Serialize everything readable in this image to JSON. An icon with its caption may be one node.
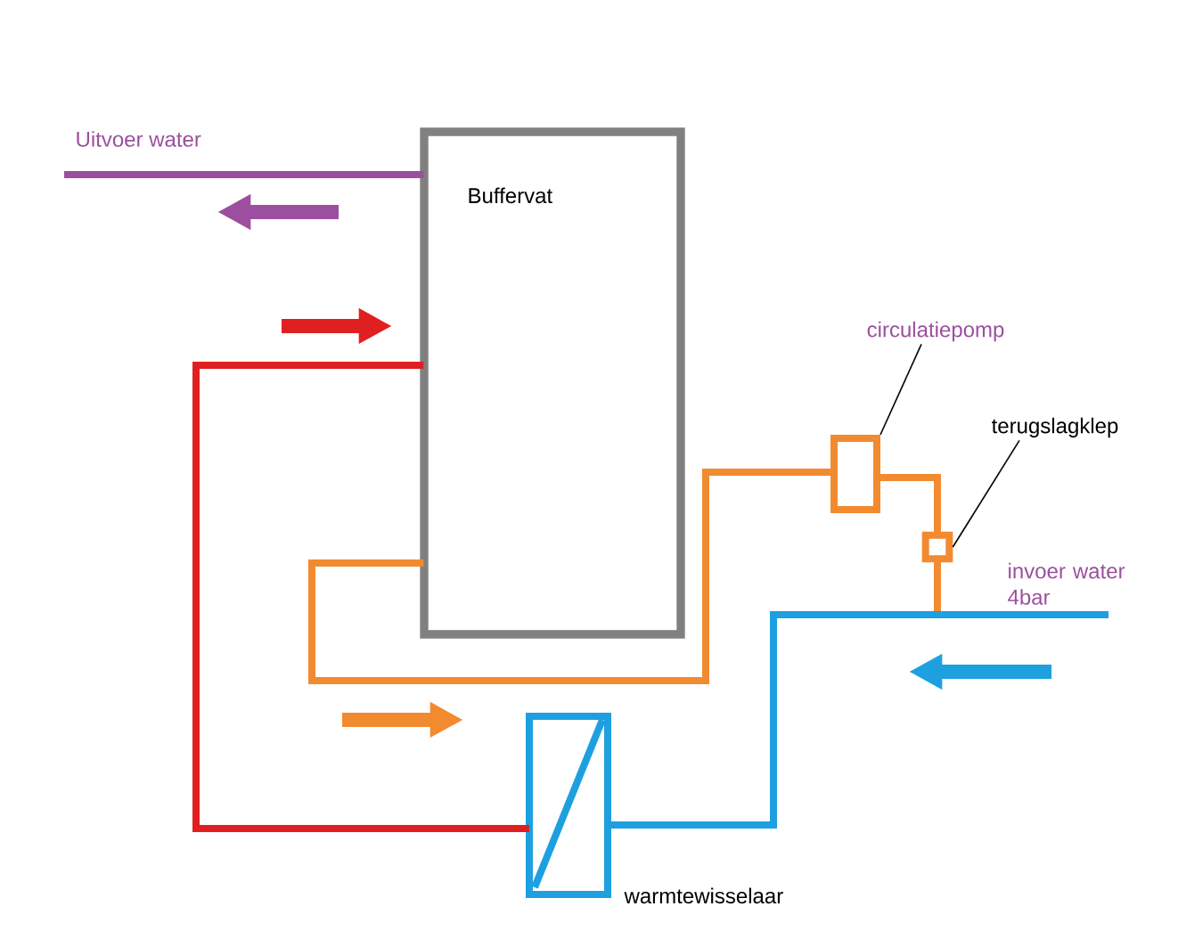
{
  "diagram": {
    "nodes": [
      {
        "text": [
          "Buffervat"
        ]
      },
      {
        "text": [
          "circulatiepomp"
        ]
      },
      {
        "text": [],
        "shape": "box"
      },
      {
        "text": [
          "terugslagklep"
        ]
      },
      {
        "text": [],
        "shape": "box"
      },
      {
        "text": [],
        "shape": "box",
        "beside": [
          "warmtewisselaar"
        ]
      },
      {
        "text": [
          "invoer water 4bar"
        ]
      }
    ],
    "edges": [
      {
        "from": 0,
        "to": null,
        "arrow": "none",
        "color": "#9b4f9e"
      },
      {
        "from": 5,
        "to": 0,
        "arrow": "none",
        "color": "#e02020"
      },
      {
        "from": 0,
        "to": 2,
        "arrow": "none",
        "color": "#f28a30"
      },
      {
        "from": 2,
        "to": 4,
        "arrow": "none",
        "color": "#f28a30"
      },
      {
        "from": 4,
        "to": null,
        "arrow": "none",
        "color": "#f28a30"
      },
      {
        "from": 5,
        "to": 6,
        "arrow": "none",
        "color": "#1ea0e0"
      },
      {
        "from": 1,
        "to": 2,
        "arrow": "none",
        "color": "#000000"
      },
      {
        "from": 3,
        "to": 4,
        "arrow": "none",
        "color": "#000000"
      }
    ],
    "labels": [
      "Uitvoer water"
    ]
  }
}
